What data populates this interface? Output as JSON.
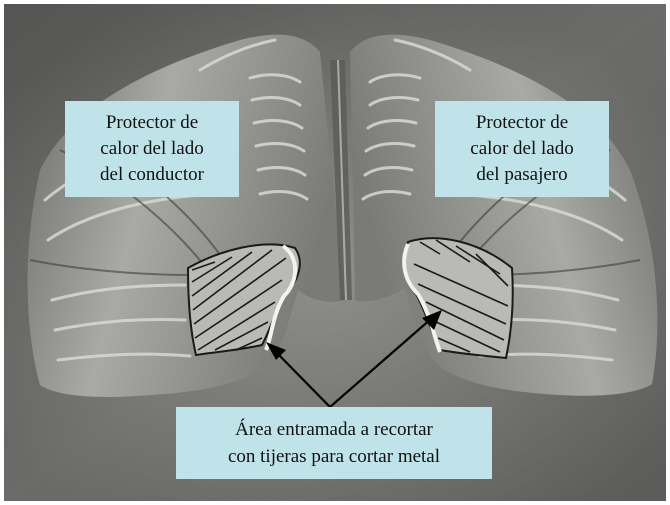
{
  "labels": {
    "driver": [
      "Protector de",
      "calor del lado",
      "del conductor"
    ],
    "passenger": [
      "Protector de",
      "calor del lado",
      "del pasajero"
    ],
    "cut_area": [
      "Área entramada a recortar",
      "con tijeras para cortar metal"
    ]
  },
  "colors": {
    "label_background": "#bfe3e8",
    "arrow": "#000000",
    "hatch": "#1a1a1a",
    "metal": "#8a8a88"
  }
}
